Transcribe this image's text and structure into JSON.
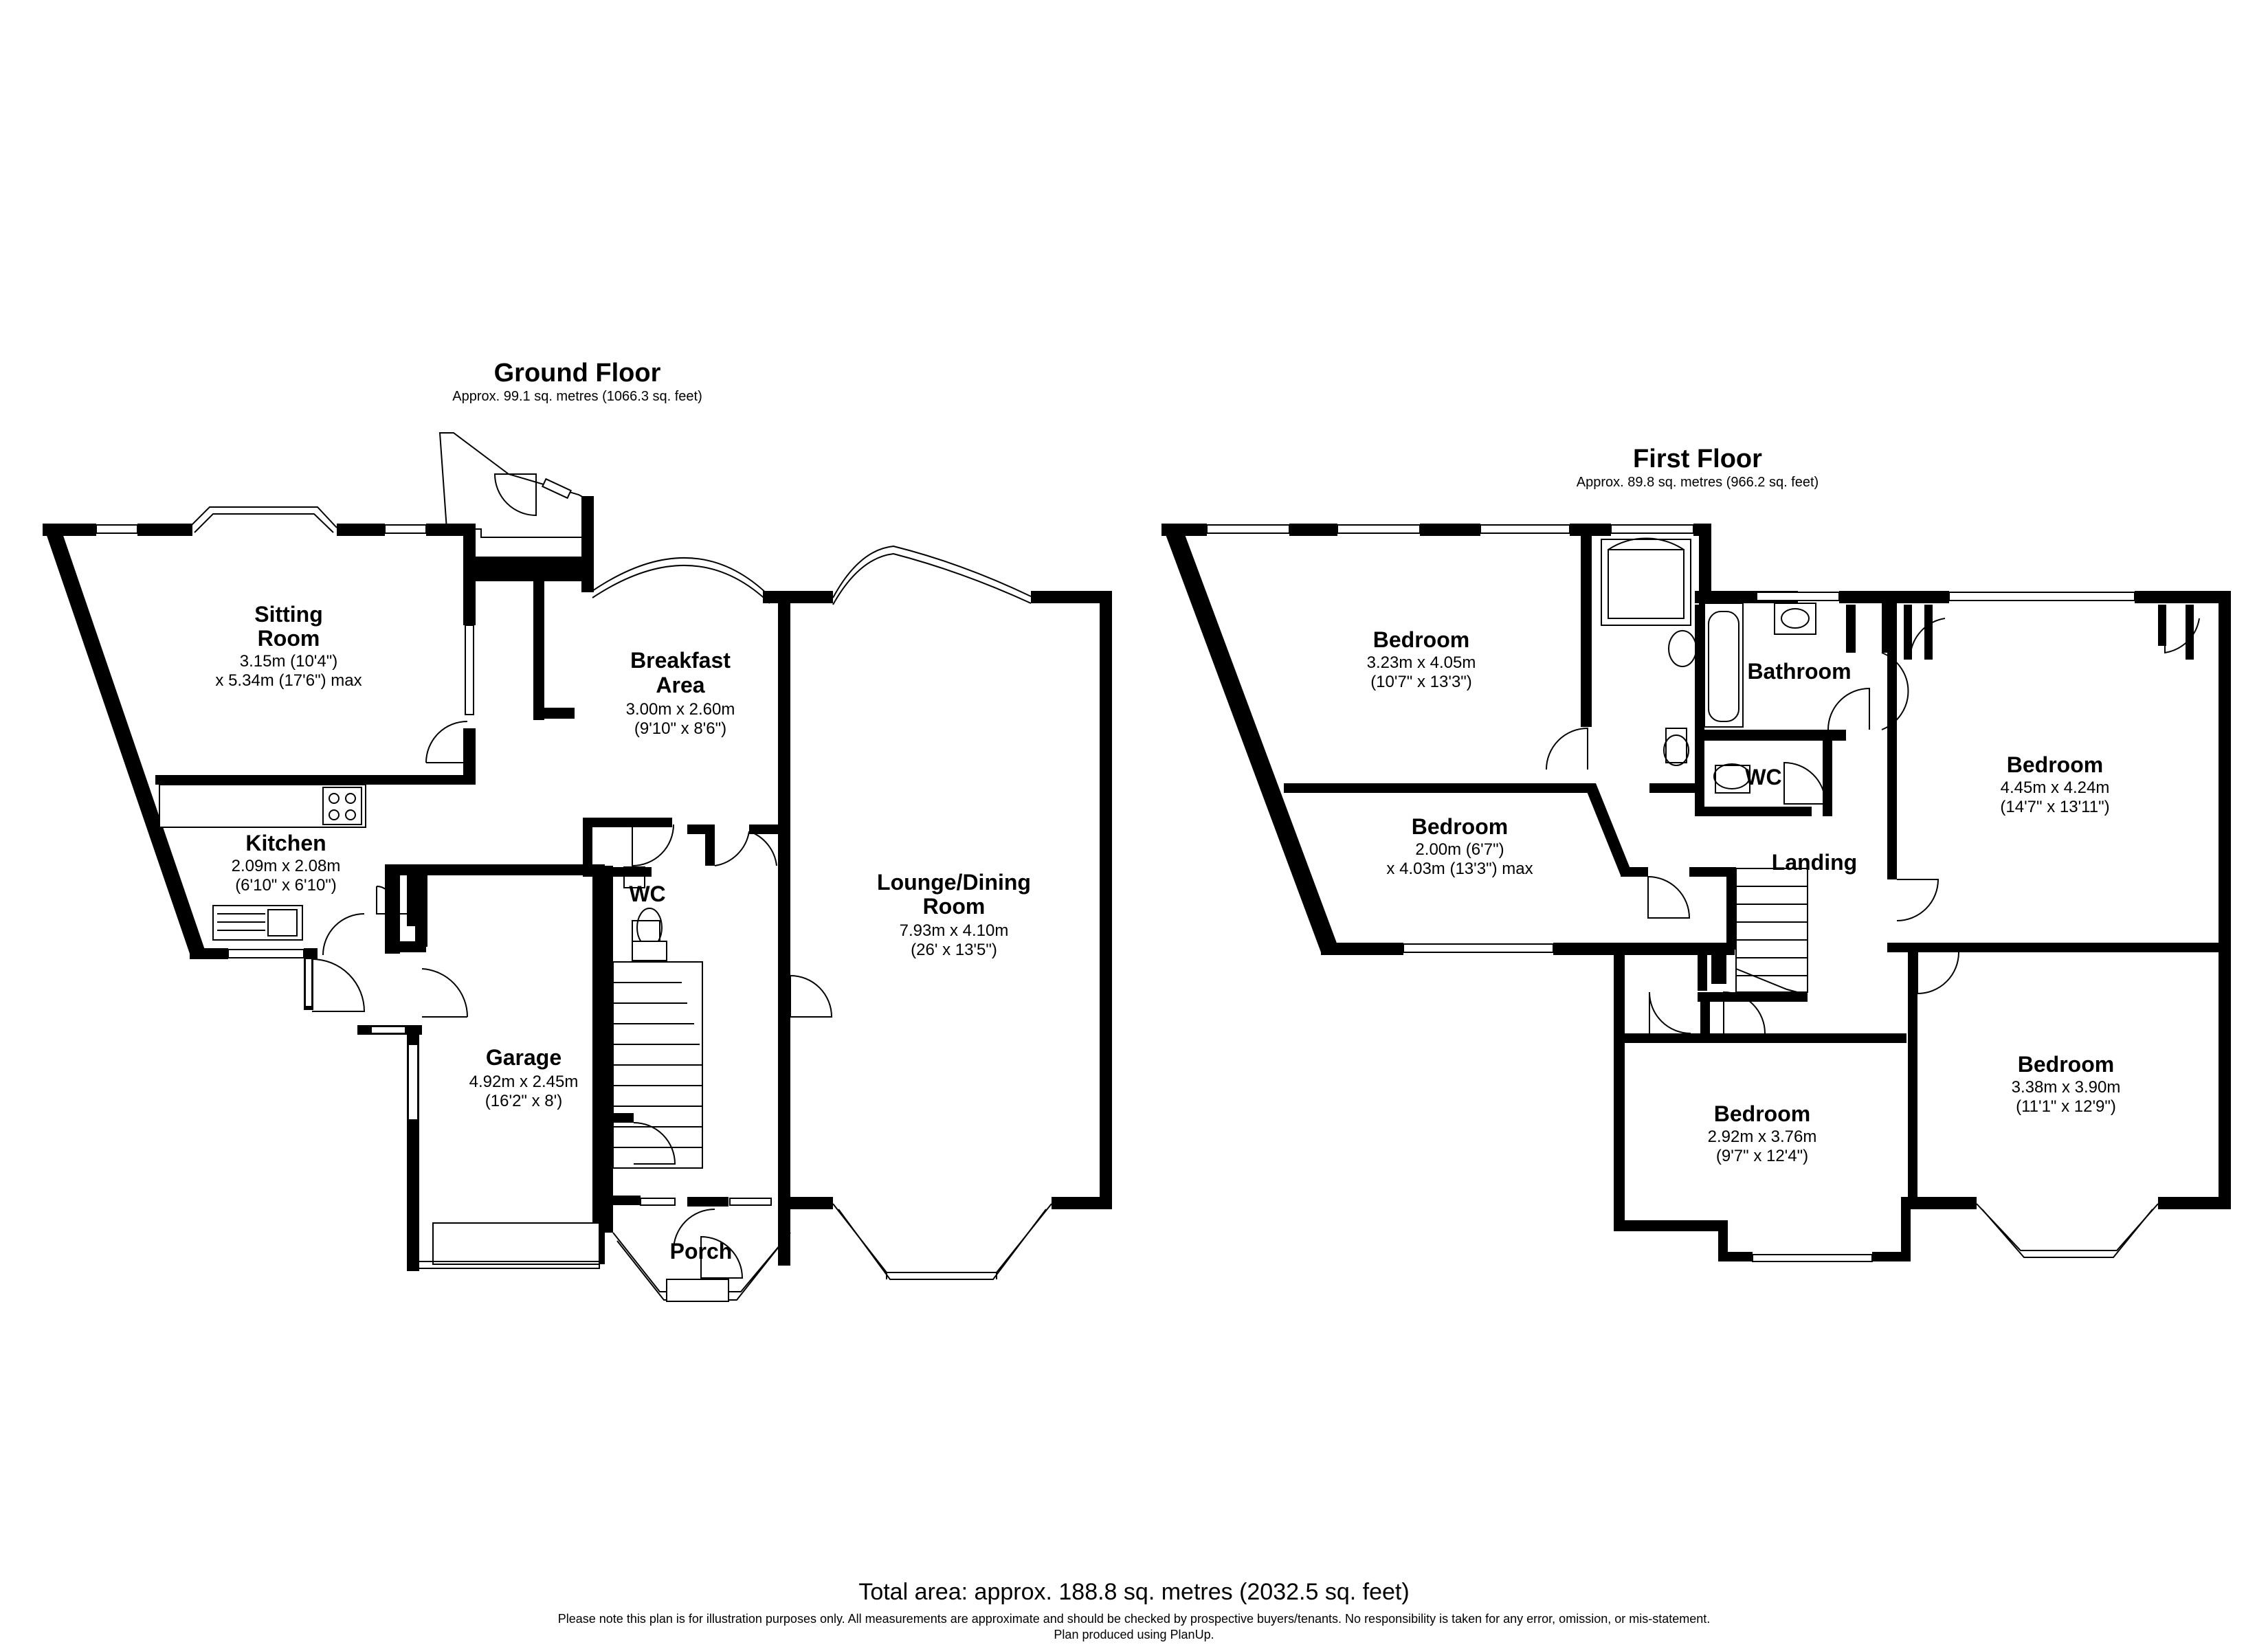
{
  "ground_floor": {
    "title": "Ground Floor",
    "area": "Approx. 99.1 sq. metres (1066.3 sq. feet)",
    "rooms": {
      "sitting": {
        "name_1": "Sitting",
        "name_2": "Room",
        "dim_1": "3.15m (10'4\")",
        "dim_2": "x 5.34m (17'6\") max"
      },
      "breakfast": {
        "name_1": "Breakfast",
        "name_2": "Area",
        "dim_1": "3.00m x 2.60m",
        "dim_2": "(9'10\" x 8'6\")"
      },
      "kitchen": {
        "name": "Kitchen",
        "dim_1": "2.09m x 2.08m",
        "dim_2": "(6'10\" x 6'10\")"
      },
      "wc": {
        "name": "WC"
      },
      "garage": {
        "name": "Garage",
        "dim_1": "4.92m x 2.45m",
        "dim_2": "(16'2\" x 8')"
      },
      "lounge": {
        "name_1": "Lounge/Dining",
        "name_2": "Room",
        "dim_1": "7.93m x 4.10m",
        "dim_2": "(26' x 13'5\")"
      },
      "porch": {
        "name": "Porch"
      }
    }
  },
  "first_floor": {
    "title": "First Floor",
    "area": "Approx. 89.8 sq. metres (966.2 sq. feet)",
    "rooms": {
      "bed1": {
        "name": "Bedroom",
        "dim_1": "3.23m x 4.05m",
        "dim_2": "(10'7\" x 13'3\")"
      },
      "bed2": {
        "name": "Bedroom",
        "dim_1": "2.00m (6'7\")",
        "dim_2": "x 4.03m (13'3\") max"
      },
      "bathroom": {
        "name": "Bathroom"
      },
      "wc": {
        "name": "WC"
      },
      "landing": {
        "name": "Landing"
      },
      "bed3": {
        "name": "Bedroom",
        "dim_1": "4.45m x 4.24m",
        "dim_2": "(14'7\" x 13'11\")"
      },
      "bed4": {
        "name": "Bedroom",
        "dim_1": "2.92m x 3.76m",
        "dim_2": "(9'7\" x 12'4\")"
      },
      "bed5": {
        "name": "Bedroom",
        "dim_1": "3.38m x 3.90m",
        "dim_2": "(11'1\" x 12'9\")"
      }
    }
  },
  "footer": {
    "total": "Total area: approx. 188.8 sq. metres (2032.5 sq. feet)",
    "disclaimer": "Please note this plan is for illustration purposes only. All measurements are approximate and should be checked by prospective buyers/tenants. No responsibility is taken for any error, omission, or mis-statement.",
    "credit": "Plan produced using PlanUp."
  }
}
